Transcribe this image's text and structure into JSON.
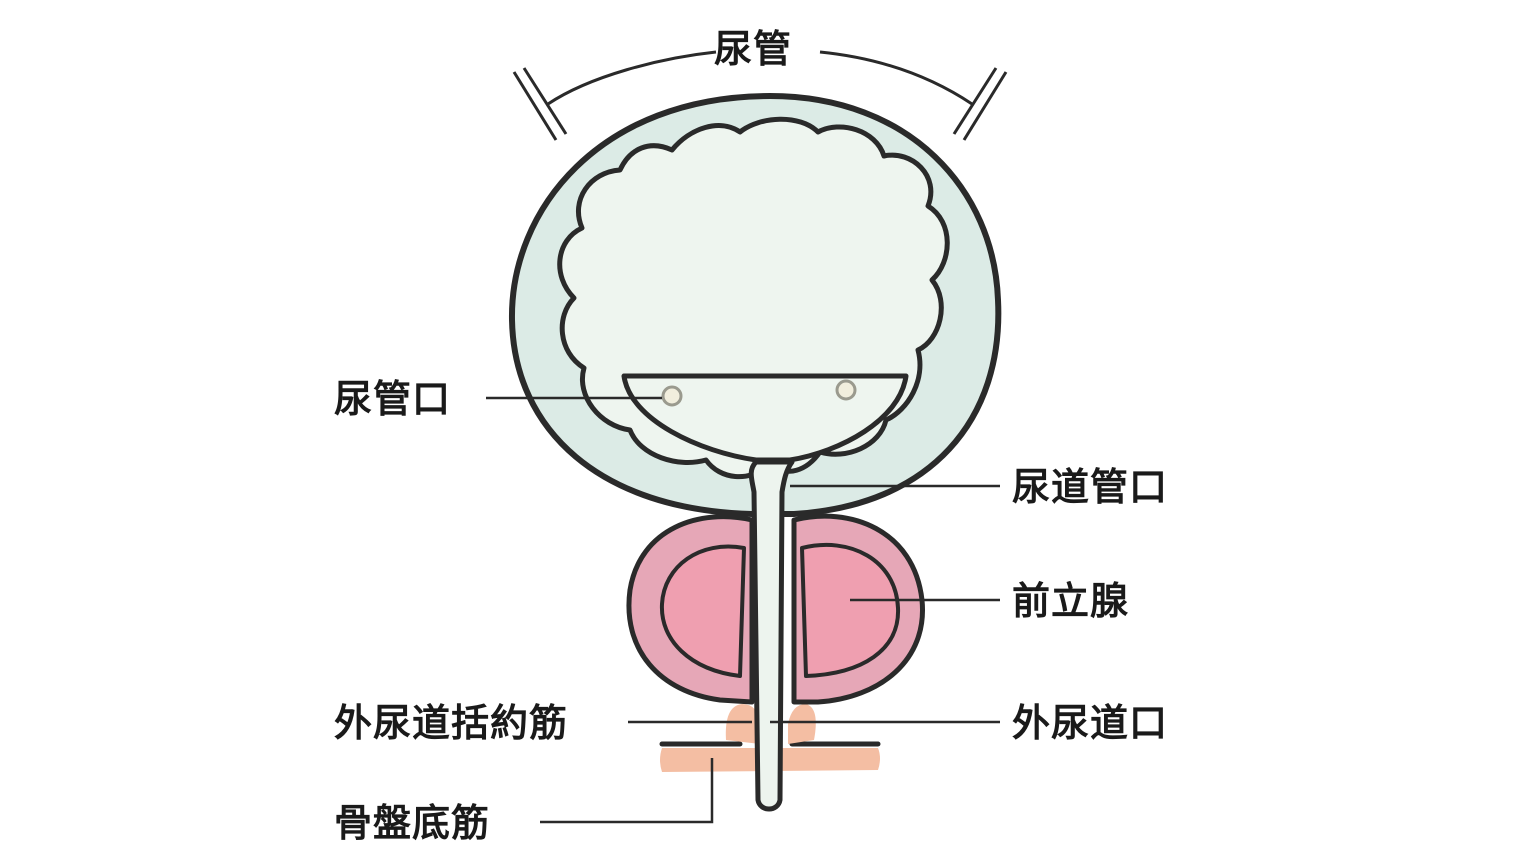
{
  "labels": {
    "ureter": "尿管",
    "ureteral_orifice": "尿管口",
    "internal_urethral_orifice": "尿道管口",
    "prostate": "前立腺",
    "external_urethral_sphincter": "外尿道括約筋",
    "external_urethral_orifice": "外尿道口",
    "pelvic_floor_muscle": "骨盤底筋"
  },
  "colors": {
    "line": "#2a2a2a",
    "bladder_outer": "#dcebe6",
    "bladder_inner": "#eef5ef",
    "trigone": "#eef5ef",
    "prostate_outer": "#e6a7b7",
    "prostate_inner": "#ef9fb0",
    "urethra": "#edf4ee",
    "pelvic_floor": "#f4bea3"
  }
}
